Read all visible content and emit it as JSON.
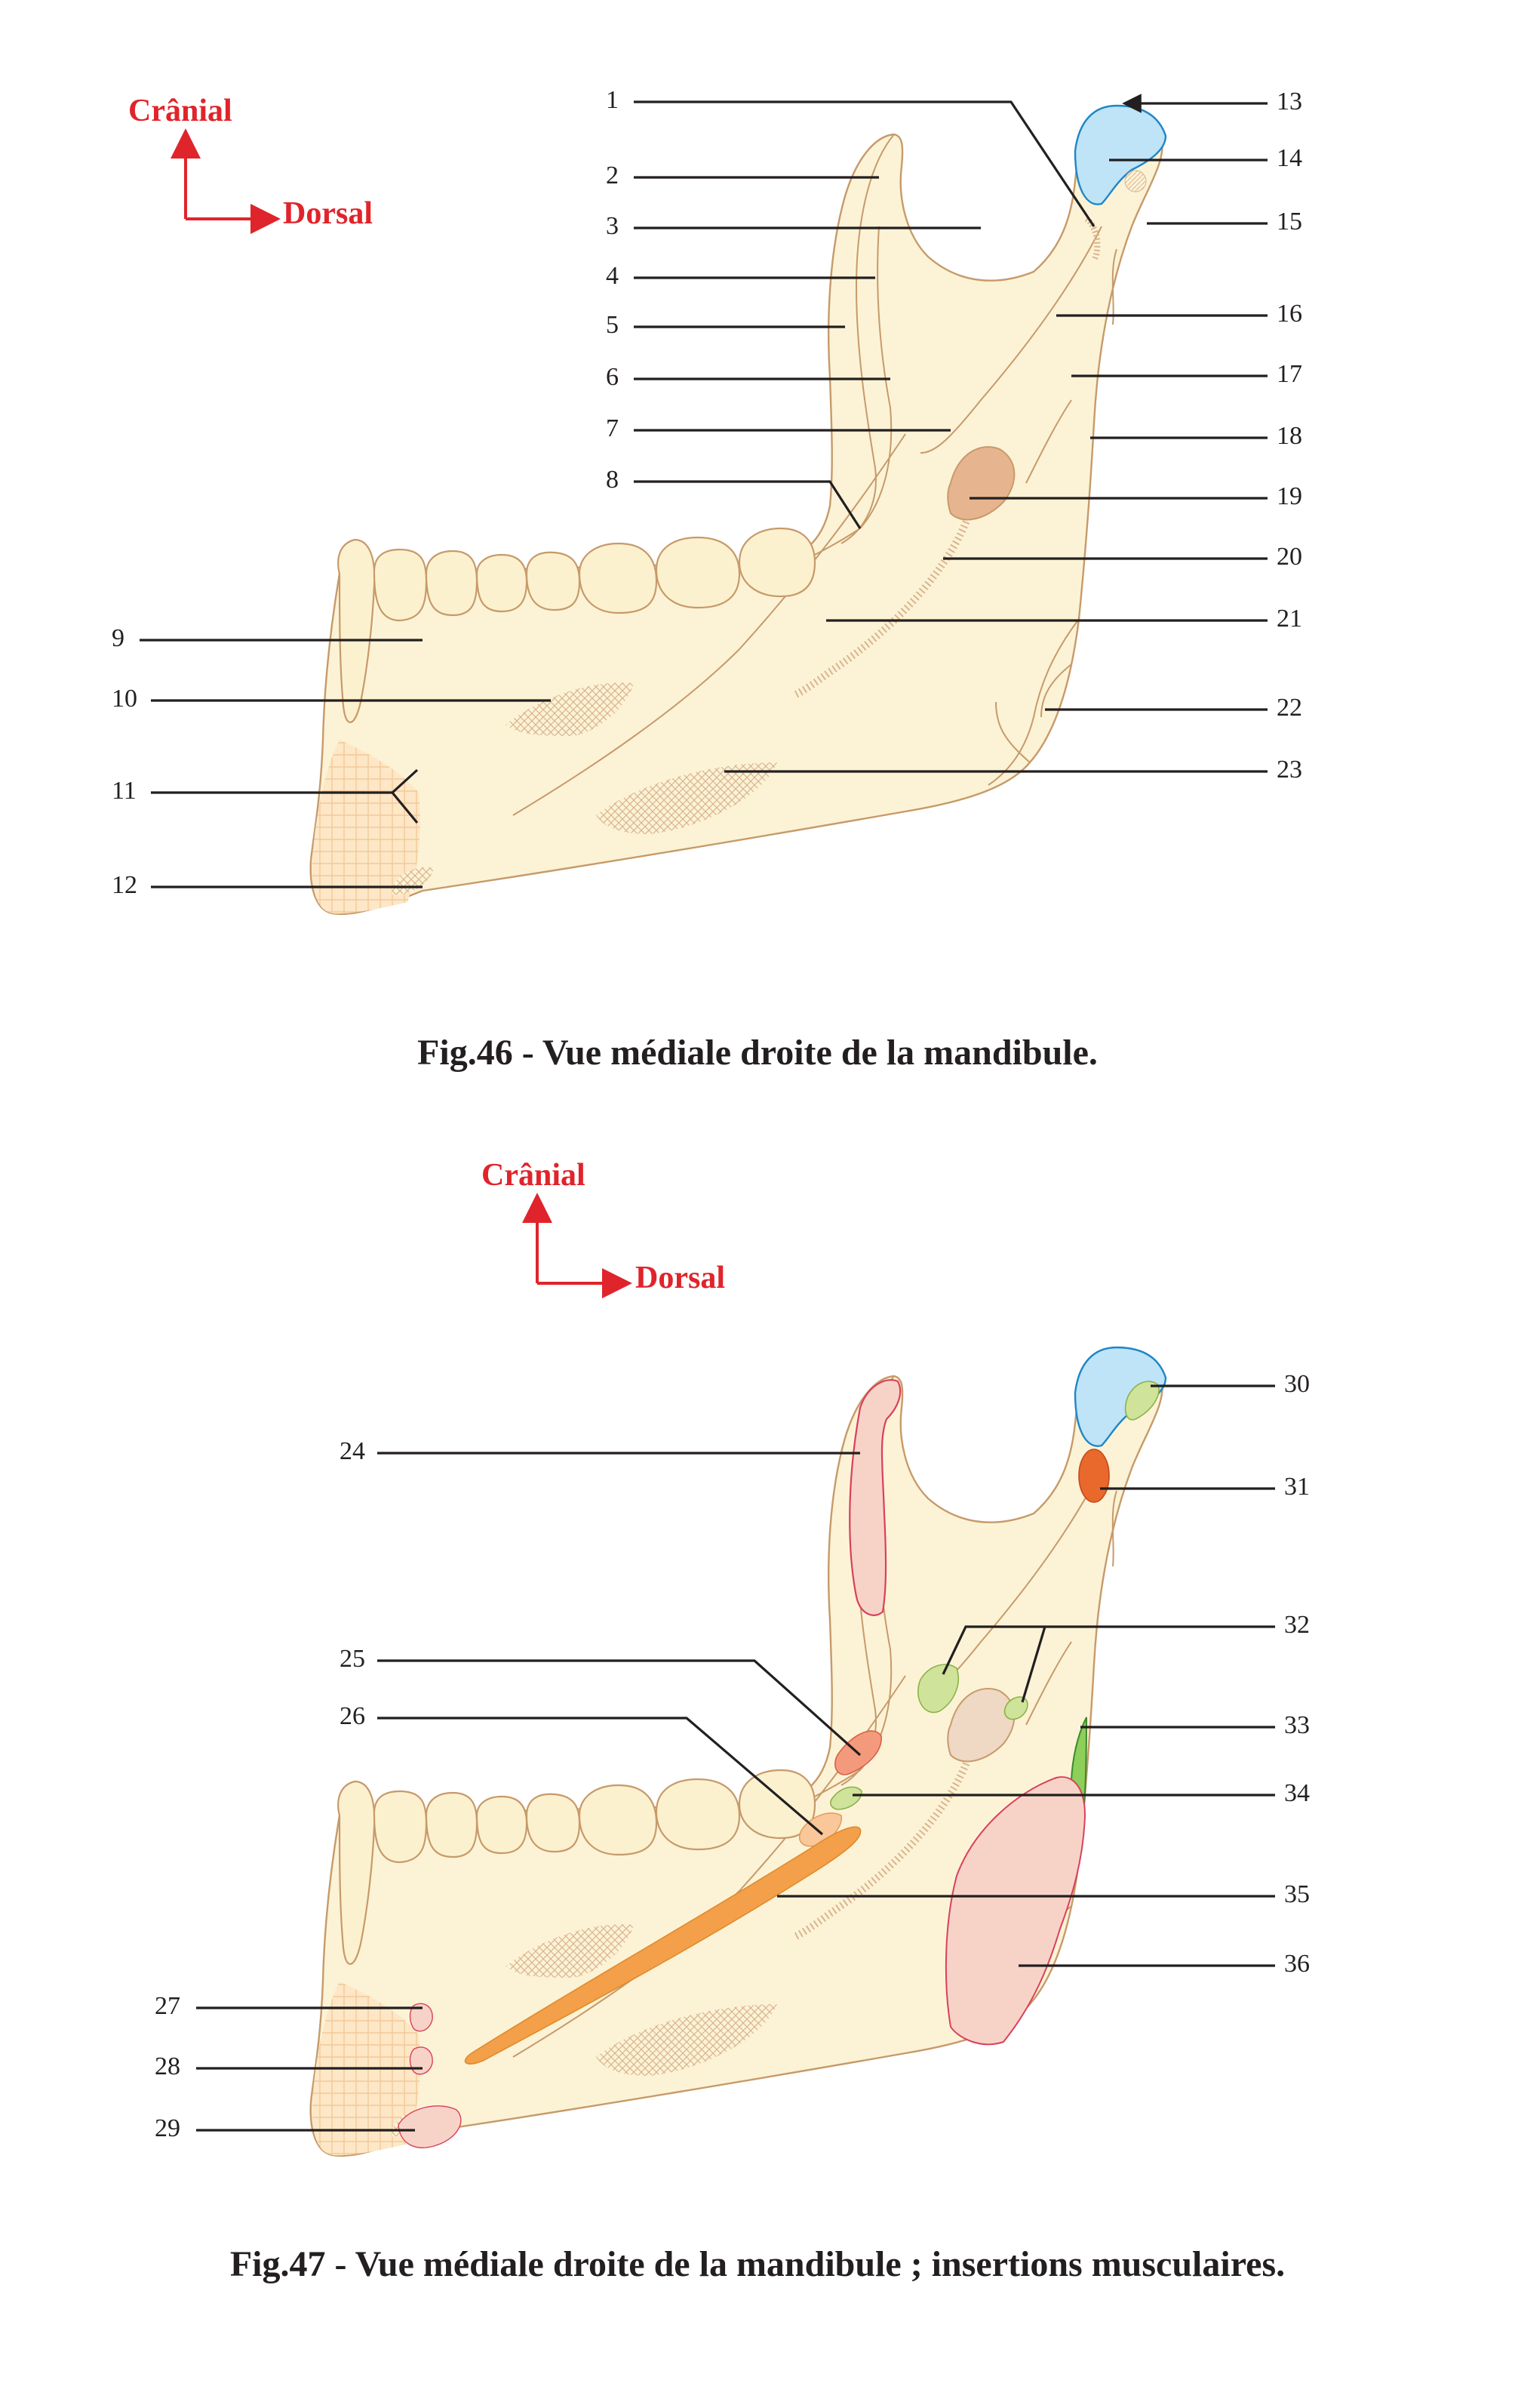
{
  "figures": [
    {
      "id": "fig46",
      "orientation": {
        "cranial": "Crânial",
        "dorsal": "Dorsal"
      },
      "caption": "Fig.46 - Vue médiale droite de la mandibule.",
      "labels": [
        "1",
        "2",
        "3",
        "4",
        "5",
        "6",
        "7",
        "8",
        "9",
        "10",
        "11",
        "12",
        "13",
        "14",
        "15",
        "16",
        "17",
        "18",
        "19",
        "20",
        "21",
        "22",
        "23"
      ]
    },
    {
      "id": "fig47",
      "orientation": {
        "cranial": "Crânial",
        "dorsal": "Dorsal"
      },
      "caption": "Fig.47 - Vue médiale droite de la mandibule ; insertions musculaires.",
      "labels": [
        "24",
        "25",
        "26",
        "27",
        "28",
        "29",
        "30",
        "31",
        "32",
        "33",
        "34",
        "35",
        "36"
      ]
    }
  ],
  "colors": {
    "bone": "#fcf3d6",
    "bone_outline": "#c79a6a",
    "orientation_red": "#e0242b",
    "articular_blue": "#bfe3f7",
    "muscle_pink": "#f7d3c7",
    "muscle_green": "#cfe39a",
    "muscle_orange": "#f4a04a",
    "muscle_darkorange": "#e9692c",
    "muscle_salmon": "#f49a7c",
    "muscle_peach": "#f9c79a",
    "ridge_green": "#72b843"
  }
}
